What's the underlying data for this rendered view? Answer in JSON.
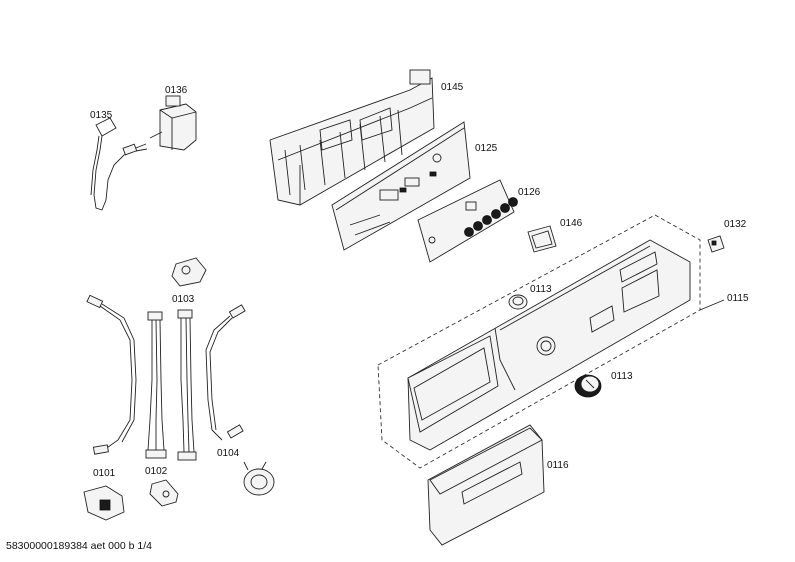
{
  "labels": {
    "p0135": "0135",
    "p0136": "0136",
    "p0145": "0145",
    "p0125": "0125",
    "p0126": "0126",
    "p0146": "0146",
    "p0132": "0132",
    "p0113a": "0113",
    "p0113b": "0113",
    "p0115": "0115",
    "p0103": "0103",
    "p0101": "0101",
    "p0102": "0102",
    "p0104": "0104",
    "p0116": "0116"
  },
  "footer": "58300000189384 aet 000 b 1/4"
}
